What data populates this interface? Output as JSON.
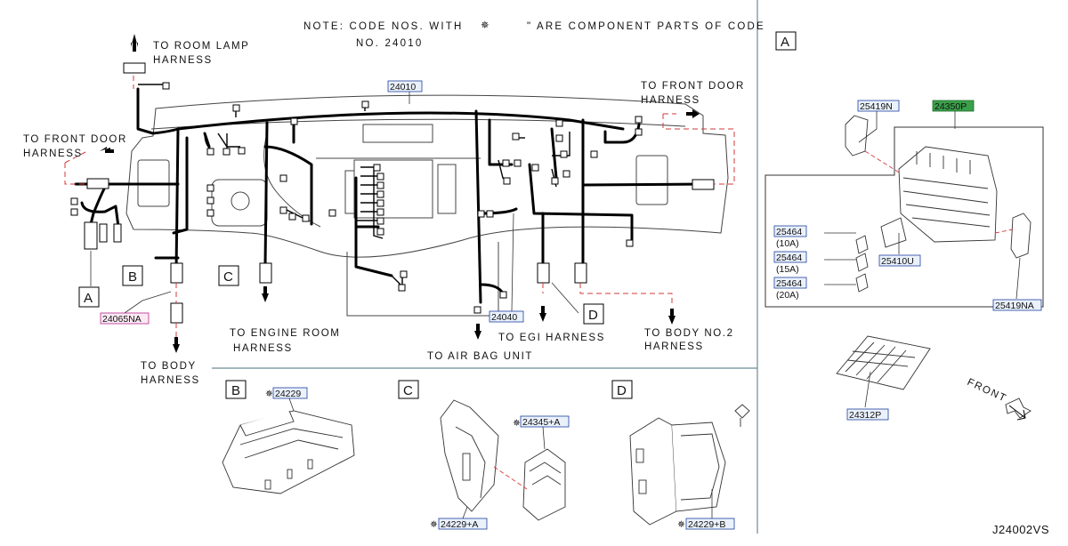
{
  "note": {
    "line1a": "NOTE:  CODE  NOS.  WITH",
    "line1b": "\"  ARE  COMPONENT  PARTS  OF  CODE",
    "line2": "NO.  24010"
  },
  "labels": {
    "room_lamp_1": "TO  ROOM  LAMP",
    "room_lamp_2": "HARNESS",
    "front_door_left_1": "TO  FRONT  DOOR",
    "front_door_left_2": "HARNESS",
    "front_door_right_1": "TO  FRONT  DOOR",
    "front_door_right_2": "HARNESS",
    "engine_room_1": "TO  ENGINE  ROOM",
    "engine_room_2": "HARNESS",
    "body_1": "TO  BODY",
    "body_2": "HARNESS",
    "air_bag": "TO  AIR  BAG  UNIT",
    "egi": "TO  EGI  HARNESS",
    "body_no2_1": "TO  BODY  NO.2",
    "body_no2_2": "HARNESS",
    "front": "FRONT"
  },
  "box_letters": {
    "A": "A",
    "B": "B",
    "C": "C",
    "D": "D"
  },
  "parts": {
    "p24010": "24010",
    "p24065NA": "24065NA",
    "p24040": "24040",
    "p25419N": "25419N",
    "p24350P": "24350P",
    "p25464_a": "25464",
    "p25464_b": "25464",
    "p25464_c": "25464",
    "p25410U": "25410U",
    "p25419NA": "25419NA",
    "p24312P": "24312P",
    "p24229": "24229",
    "p24345A": "24345+A",
    "p24229A": "24229+A",
    "p24229B": "24229+B"
  },
  "fuse_ratings": {
    "r10": "(10A)",
    "r15": "(15A)",
    "r20": "(20A)"
  },
  "diagram_code": "J24002VS",
  "colors": {
    "part_box_stroke": "#1d3f9e",
    "part_box_fill": "#eaf1fb",
    "highlight_green": "#3aa04a",
    "highlight_pink": "#b52a8c",
    "dashed_red": "#d23b3b"
  }
}
